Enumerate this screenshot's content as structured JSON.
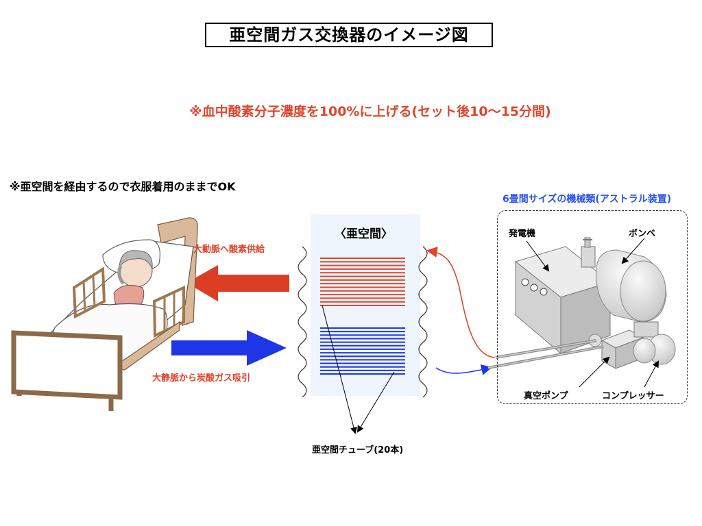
{
  "title": "亜空間ガス交換器のイメージ図",
  "subtitle": "※血中酸素分子濃度を100%に上げる(セット後10〜15分間)",
  "note": "※亜空間を経由するので衣服着用のままでOK",
  "space_label": "〈亜空間〉",
  "arrows": {
    "oxygen_label": "大動脈へ酸素供給",
    "co2_label": "大静脈から炭酸ガス吸引"
  },
  "tube_caption": "亜空間チューブ(20本)",
  "machine": {
    "heading": "6畳間サイズの機械類(アストラル装置)",
    "generator": "発電機",
    "cylinder": "ボンベ",
    "vacuum_pump": "真空ポンプ",
    "compressor": "コンプレッサー"
  },
  "colors": {
    "red": "#e0452b",
    "blue": "#1f36e6",
    "space_bg": "#eef5fd",
    "heading_blue": "#2a52e8"
  }
}
